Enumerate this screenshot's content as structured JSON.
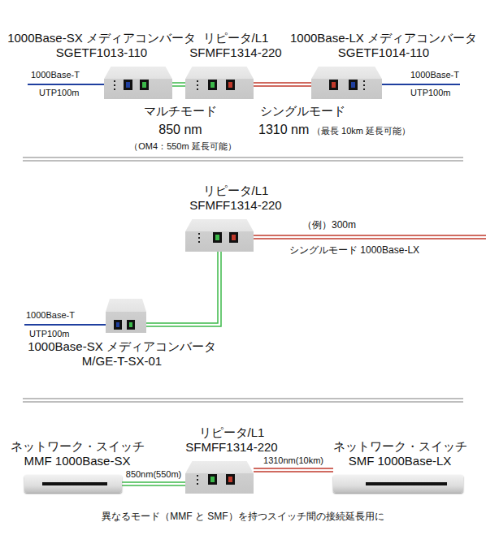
{
  "diagram": {
    "caption": "異なるモード（MMF と SMF）を持つスイッチ間の接続延長用に",
    "nodes": [
      {
        "text": [
          "1000Base-SX メディアコンバータ SGETF1013-110"
        ]
      },
      {
        "text": [
          "リピータ/L1 SFMFF1314-220"
        ]
      },
      {
        "text": [
          "1000Base-LX メディアコンバータ SGETF1014-110"
        ]
      },
      {
        "text": [
          "リピータ/L1 SFMFF1314-220"
        ]
      },
      {
        "text": [
          "1000Base-SX メディアコンバータ M/GE-T-SX-01"
        ]
      },
      {
        "text": [
          "ネットワーク・スイッチ MMF 1000Base-SX"
        ]
      },
      {
        "text": [
          "リピータ/L1 SFMFF1314-220"
        ]
      },
      {
        "text": [
          "ネットワーク・スイッチ SMF 1000Base-LX"
        ]
      }
    ],
    "edges": [
      {
        "from": 0,
        "to": 1,
        "arrow": "none"
      },
      {
        "from": 1,
        "to": 2,
        "arrow": "none"
      },
      {
        "from": 4,
        "to": 3,
        "arrow": "none"
      },
      {
        "from": 5,
        "to": 6,
        "label": "850nm(550m)",
        "arrow": "none"
      },
      {
        "from": 6,
        "to": 7,
        "label": "1310nm(10km)",
        "arrow": "none"
      }
    ],
    "labels": [
      "1000Base-T",
      "UTP100m",
      "1000Base-T",
      "UTP100m",
      "マルチモード",
      "850 nm",
      "（OM4：550m 延長可能）",
      "シングルモード",
      "1310 nm",
      "（最長 10km 延長可能）",
      "（例）300m",
      "シングルモード 1000Base-LX",
      "1000Base-T",
      "UTP100m"
    ]
  }
}
